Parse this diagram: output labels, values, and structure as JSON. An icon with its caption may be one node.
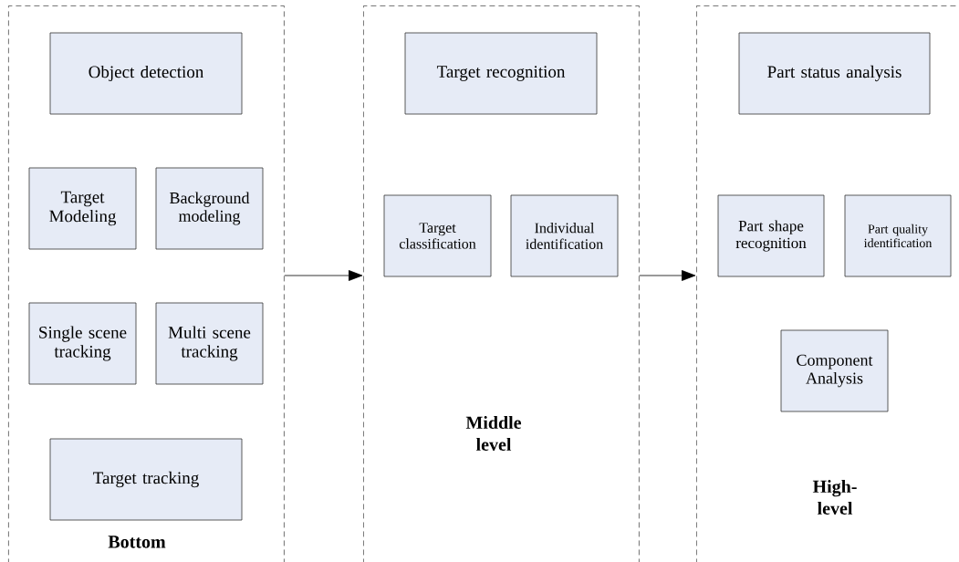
{
  "diagram": {
    "nodes": [
      {
        "text": [
          "Bottom"
        ]
      },
      {
        "text": [
          "Object detection"
        ],
        "in": 0
      },
      {
        "text": [
          "Target Modeling"
        ],
        "in": 0
      },
      {
        "text": [
          "Background modeling"
        ],
        "in": 0
      },
      {
        "text": [
          "Single scene tracking"
        ],
        "in": 0
      },
      {
        "text": [
          "Multi scene tracking"
        ],
        "in": 0
      },
      {
        "text": [
          "Target tracking"
        ],
        "in": 0
      },
      {
        "text": [
          "Middle level"
        ]
      },
      {
        "text": [
          "Target recognition"
        ],
        "in": 7
      },
      {
        "text": [
          "Target classification"
        ],
        "in": 7
      },
      {
        "text": [
          "Individual identification"
        ],
        "in": 7
      },
      {
        "text": [
          "High-level"
        ]
      },
      {
        "text": [
          "Part status analysis"
        ],
        "in": 11
      },
      {
        "text": [
          "Part shape recognition"
        ],
        "in": 11
      },
      {
        "text": [
          "Part quality identification"
        ],
        "in": 11
      },
      {
        "text": [
          "Component Analysis"
        ],
        "in": 11
      }
    ],
    "edges": [
      {
        "from": 0,
        "to": 7,
        "arrow": "to"
      },
      {
        "from": 7,
        "to": 11,
        "arrow": "to"
      }
    ]
  }
}
